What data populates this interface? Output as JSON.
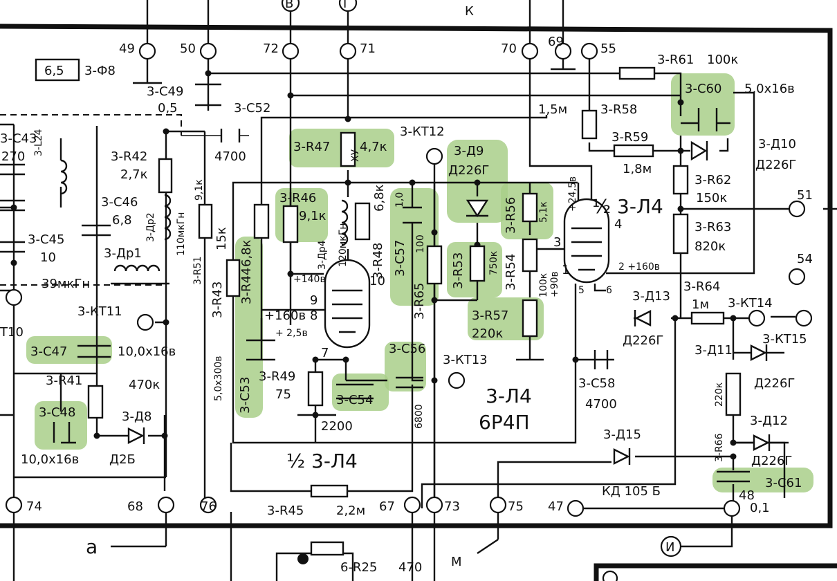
{
  "labels": {
    "t49": "49",
    "t50": "50",
    "t72": "72",
    "t71": "71",
    "t70": "70",
    "t69": "69",
    "t55": "55",
    "tV": "В",
    "tG": "Г",
    "tK": "К",
    "box65": "6,5",
    "f8": "3-Ф8",
    "c49": "3-С49",
    "c49v": "0,5",
    "c52": "3-С52",
    "v4700a": "4700",
    "c43": "3-С43",
    "c43v": "270",
    "l24": "3-L24",
    "r42": "3-R42",
    "r42v": "2,7к",
    "c46": "3-С46",
    "c46v": "6,8",
    "dr2": "3-Др2",
    "dr2v": "110мкГн",
    "c45": "3-С45",
    "c45v": "10",
    "dr1": "3-Др1",
    "dr1v": "39мкГн",
    "r51": "3-R51",
    "r51v": "9,1к",
    "r43": "3-R43",
    "r43v": "15к",
    "c53v": "5,0x300в",
    "kt11": "3-КТ11",
    "kt10": "Т10",
    "r47": "3-R47",
    "r47v": "4,7к",
    "xy": "ХУ",
    "r46": "3-R46",
    "r46v": "9,1к",
    "dr4": "3-Др4",
    "dr4v": "120мкГн",
    "r48": "3-R48",
    "r48v": "6,8к",
    "c57v": "1,0",
    "c57": "3-С57",
    "r44": "3-R44",
    "r44v": "6,8к",
    "v140": "+140в",
    "v160": "+160в",
    "v25": "+ 2,5в",
    "p9": "9",
    "p8": "8",
    "p10": "10",
    "p7": "7",
    "c53": "3-С53",
    "c47": "3-С47",
    "c47v": "10,0х16в",
    "r41": "3-R41",
    "r41v": "470к",
    "c48": "3-С48",
    "c48v": "10,0х16в",
    "d8": "3-Д8",
    "d8t": "Д2Б",
    "r49": "3-R49",
    "r49v": "75",
    "c54": "3-С54",
    "v2200": "2200",
    "c56": "3-С56",
    "v6800": "6800",
    "kt12": "3-КТ12",
    "d9": "3-Д9",
    "d9t": "Д226Г",
    "r65": "3-R65",
    "r65v": "100",
    "r53": "3-R53",
    "r53v": "750к",
    "r56": "3-R56",
    "r56v": "5,1к",
    "r54": "3-R54",
    "r54v": "100к",
    "v908": "+90в",
    "v245": "+24,5в",
    "p3": "3",
    "p1": "1",
    "r57": "3-R57",
    "r57v": "220к",
    "kt13": "3-КТ13",
    "l4": "3-Л4",
    "l4t": "6Р4П",
    "half1": "½ 3-Л4",
    "half2": "½ 3-Л4",
    "r61": "3-R61",
    "r61v": "100к",
    "c60": "3-С60",
    "c60v": "5,0х16в",
    "r58v": "1,5м",
    "r58": "3-R58",
    "r59": "3-R59",
    "r59v": "1,8м",
    "d10": "3-Д10",
    "d10t": "Д226Г",
    "r62": "3-R62",
    "r62v": "150к",
    "r63": "3-R63",
    "r63v": "820к",
    "p4": "4",
    "p2v": "2 +160в",
    "p5": "5",
    "p6": "6",
    "t51": "51",
    "t54": "54",
    "r64": "3-R64",
    "r64v": "1м",
    "d13": "3-Д13",
    "d13t": "Д226Г",
    "kt14": "3-КТ14",
    "kt15": "3-КТ15",
    "d11": "3-Д11",
    "d11t": "Д226Г",
    "r66": "3-R66",
    "r66v": "220к",
    "d12": "3-Д12",
    "d12t": "Д226Г",
    "c58": "3-С58",
    "c58v": "4700",
    "d15": "3-Д15",
    "d15t": "КД 105 Б",
    "c61": "3-С61",
    "c61v": "0,1",
    "r45": "3-R45",
    "r45v": "2,2м",
    "t74": "74",
    "t68": "68",
    "t76": "76",
    "t67": "67",
    "t73": "73",
    "t75": "75",
    "t47": "47",
    "t48": "48",
    "ta": "а",
    "tM": "М",
    "tI": "И",
    "r25": "6-R25",
    "r25v": "470"
  }
}
